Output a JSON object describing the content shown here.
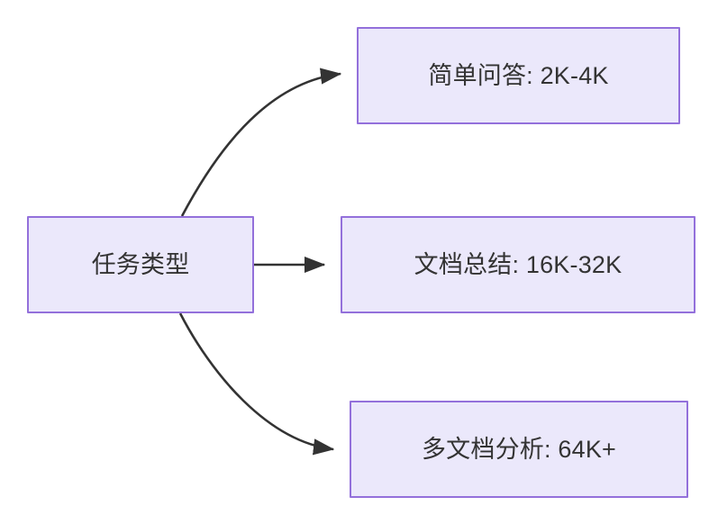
{
  "diagram": {
    "type": "flowchart",
    "direction": "left-to-right",
    "background_color": "#ffffff",
    "node_fill_color": "#ebe8fb",
    "node_border_color": "#9370db",
    "node_text_color": "#333333",
    "edge_color": "#333333",
    "root": {
      "id": "task-type",
      "label": "任务类型"
    },
    "branches": [
      {
        "id": "simple-qa",
        "label": "简单问答: 2K-4K",
        "task": "简单问答",
        "context_length": "2K-4K",
        "edge_style": "curved"
      },
      {
        "id": "doc-summary",
        "label": "文档总结: 16K-32K",
        "task": "文档总结",
        "context_length": "16K-32K",
        "edge_style": "straight"
      },
      {
        "id": "multi-doc",
        "label": "多文档分析: 64K+",
        "task": "多文档分析",
        "context_length": "64K+",
        "edge_style": "curved"
      }
    ]
  }
}
